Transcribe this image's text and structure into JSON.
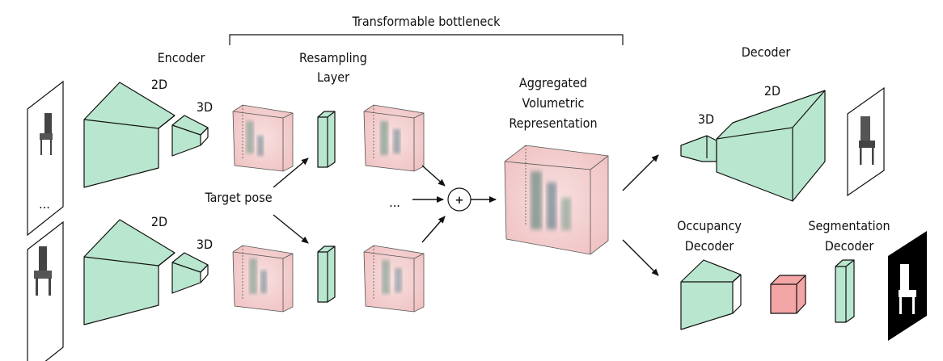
{
  "labels": {
    "bottleneck": "Transformable bottleneck",
    "encoder": "Encoder",
    "enc_2d_top": "2D",
    "enc_3d_top": "3D",
    "enc_2d_bottom": "2D",
    "enc_3d_bottom": "3D",
    "resampling_line1": "Resampling",
    "resampling_line2": "Layer",
    "target_pose": "Target pose",
    "aggregated_line1": "Aggregated",
    "aggregated_line2": "Volumetric",
    "aggregated_line3": "Representation",
    "decoder": "Decoder",
    "dec_3d": "3D",
    "dec_2d": "2D",
    "occupancy_line1": "Occupancy",
    "occupancy_line2": "Decoder",
    "segmentation_line1": "Segmentation",
    "segmentation_line2": "Decoder",
    "ellipsis_left": "...",
    "ellipsis_mid": "...",
    "plus": "+"
  },
  "colors": {
    "trapezoid": "#b9e6ce",
    "occupancy_cube": "#f4a5a5",
    "volume_tint": "#f1c9c9",
    "chair_shape": "#555555",
    "mask_bg": "#000000"
  }
}
